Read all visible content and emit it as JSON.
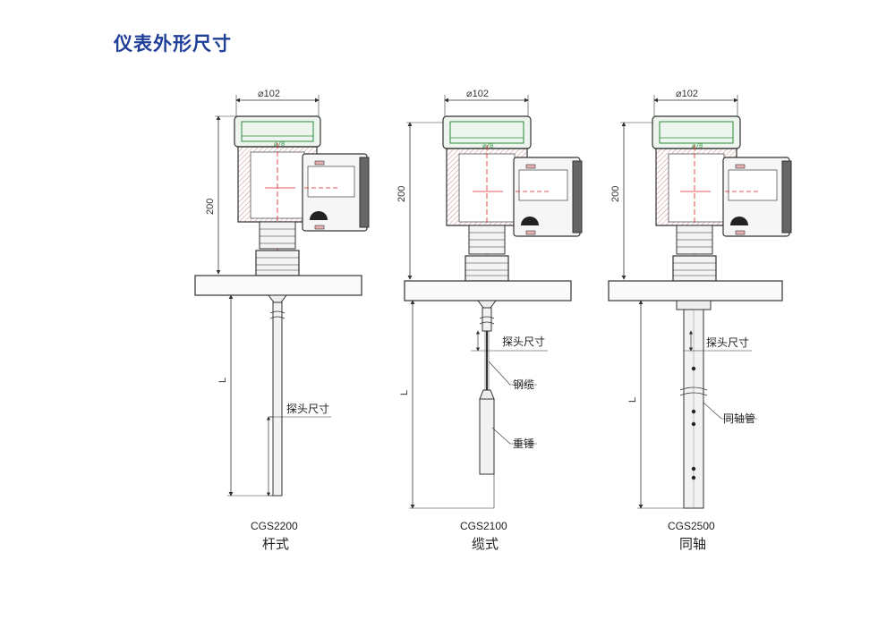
{
  "page": {
    "title": "仪表外形尺寸"
  },
  "colors": {
    "title": "#1f3f99",
    "accent_red": "#e02020",
    "accent_green": "#2a8a3a",
    "line": "#333333"
  },
  "instruments": [
    {
      "model": "CGS2200",
      "type": "杆式",
      "diameter_label": "⌀102",
      "height_label": "200",
      "length_label": "L",
      "inner_label": "⌀78",
      "callouts": [
        "探头尺寸"
      ]
    },
    {
      "model": "CGS2100",
      "type": "缆式",
      "diameter_label": "⌀102",
      "height_label": "200",
      "length_label": "L",
      "inner_label": "⌀78",
      "callouts": [
        "探头尺寸",
        "钢缆",
        "重锤"
      ]
    },
    {
      "model": "CGS2500",
      "type": "同轴",
      "diameter_label": "⌀102",
      "height_label": "200",
      "length_label": "L",
      "inner_label": "⌀78",
      "callouts": [
        "探头尺寸",
        "同轴管"
      ]
    }
  ]
}
